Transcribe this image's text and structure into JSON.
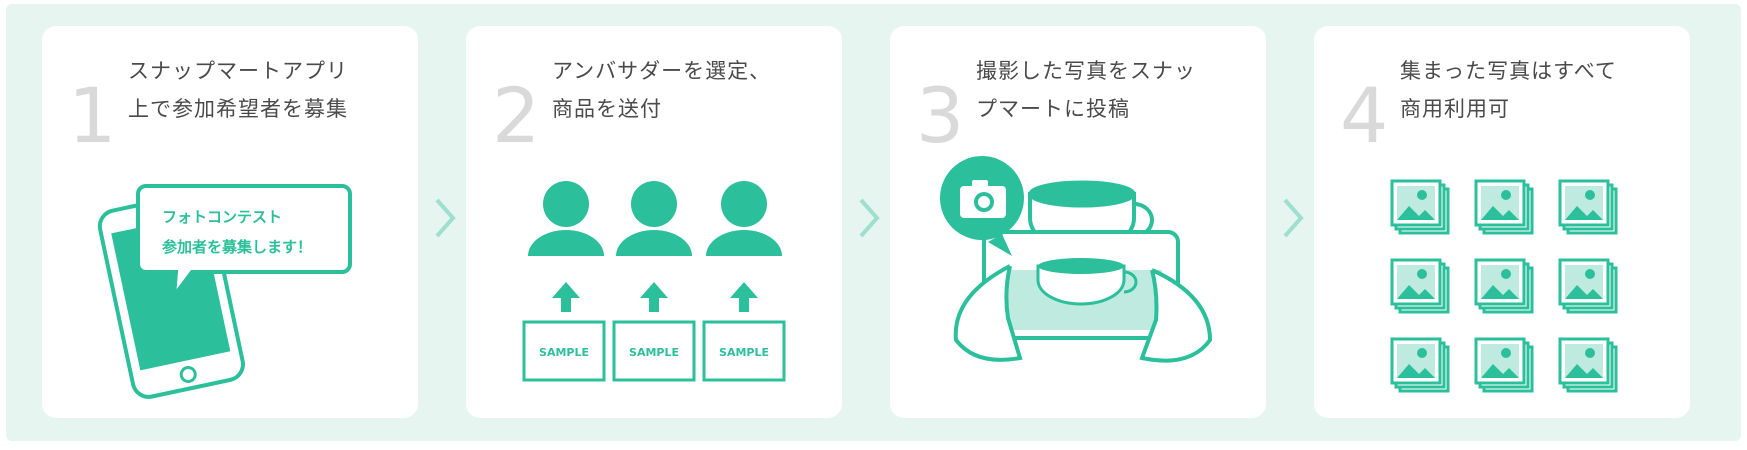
{
  "colors": {
    "accent": "#2bbf9b",
    "background": "#e6f5f0",
    "number": "#d9d9d9",
    "text": "#4a4a4a"
  },
  "steps": [
    {
      "number": "1",
      "line1": "スナップマートアプリ",
      "line2": "上で参加希望者を募集",
      "bubble_line1": "フォトコンテスト",
      "bubble_line2": "参加者を募集します！"
    },
    {
      "number": "2",
      "line1": "アンバサダーを選定、",
      "line2": "商品を送付",
      "sample_label": "SAMPLE"
    },
    {
      "number": "3",
      "line1": "撮影した写真をスナッ",
      "line2": "プマートに投稿"
    },
    {
      "number": "4",
      "line1": "集まった写真はすべて",
      "line2": "商用利用可"
    }
  ],
  "icons": [
    "chevron-right-icon",
    "smartphone-icon",
    "speech-bubble-icon",
    "person-icon",
    "arrow-up-icon",
    "package-icon",
    "camera-icon",
    "coffee-cup-icon",
    "photo-stack-icon"
  ]
}
